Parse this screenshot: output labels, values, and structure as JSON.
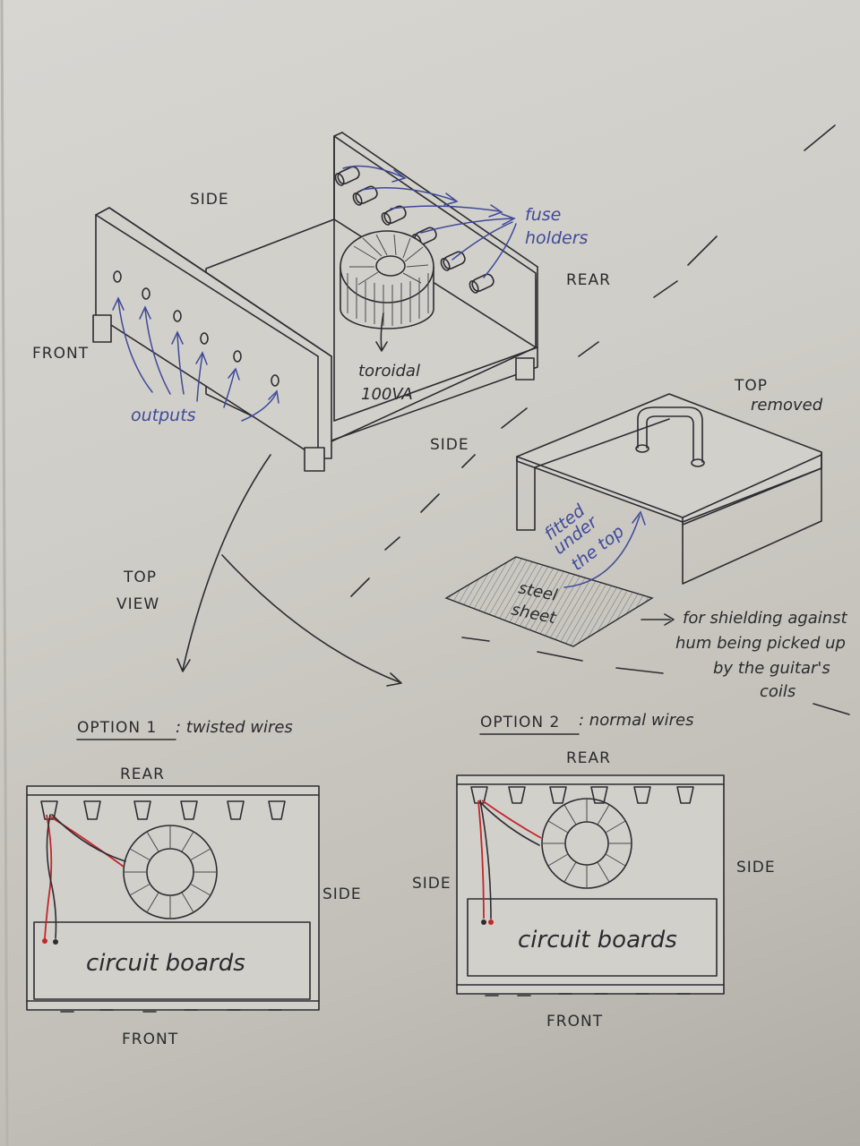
{
  "labels": {
    "side_top": "SIDE",
    "side_bottom": "SIDE",
    "front": "FRONT",
    "rear": "REAR",
    "fuse_line1": "fuse",
    "fuse_line2": "holders",
    "toroidal_line1": "toroidal",
    "toroidal_line2": "100VA",
    "outputs": "outputs",
    "top_removed_line1": "TOP",
    "top_removed_line2": "removed",
    "fitted_line1": "fitted",
    "fitted_line2": "under",
    "fitted_line3": "the top",
    "steel_line1": "steel",
    "steel_line2": "sheet",
    "shield_line1": "for shielding against",
    "shield_line2": "hum being picked up",
    "shield_line3": "by the guitar's",
    "shield_line4": "coils",
    "top_view_line1": "TOP",
    "top_view_line2": "VIEW"
  },
  "options": [
    {
      "heading": "OPTION 1",
      "subtitle": ": twisted wires",
      "rear": "REAR",
      "side": "SIDE",
      "front": "FRONT",
      "boards": "circuit boards"
    },
    {
      "heading": "OPTION 2",
      "subtitle": ": normal wires",
      "rear": "REAR",
      "side_left": "SIDE",
      "side_right": "SIDE",
      "front": "FRONT",
      "boards": "circuit boards"
    }
  ],
  "colors": {
    "paper": "#d2d0cb",
    "ink": "#2d2c31",
    "blue_ink": "#3f4a9a",
    "red_wire": "#c3262a"
  }
}
